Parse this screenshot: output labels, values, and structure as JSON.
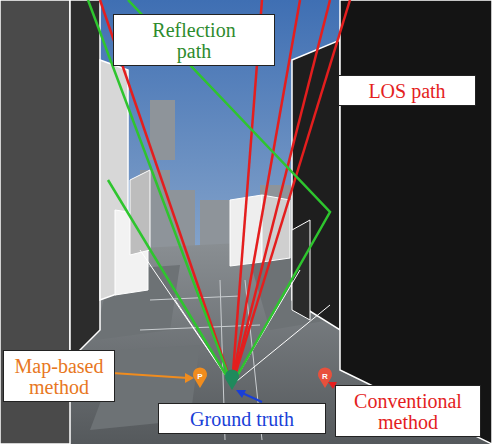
{
  "diagram": {
    "nodes": [
      {
        "text": [
          "Reflection path"
        ]
      },
      {
        "text": [
          "LOS path"
        ]
      },
      {
        "text": [
          "Map-based method"
        ]
      },
      {
        "text": [
          "Ground truth"
        ]
      },
      {
        "text": [
          "Conventional method"
        ]
      }
    ],
    "labels": [
      "P",
      "R"
    ]
  }
}
